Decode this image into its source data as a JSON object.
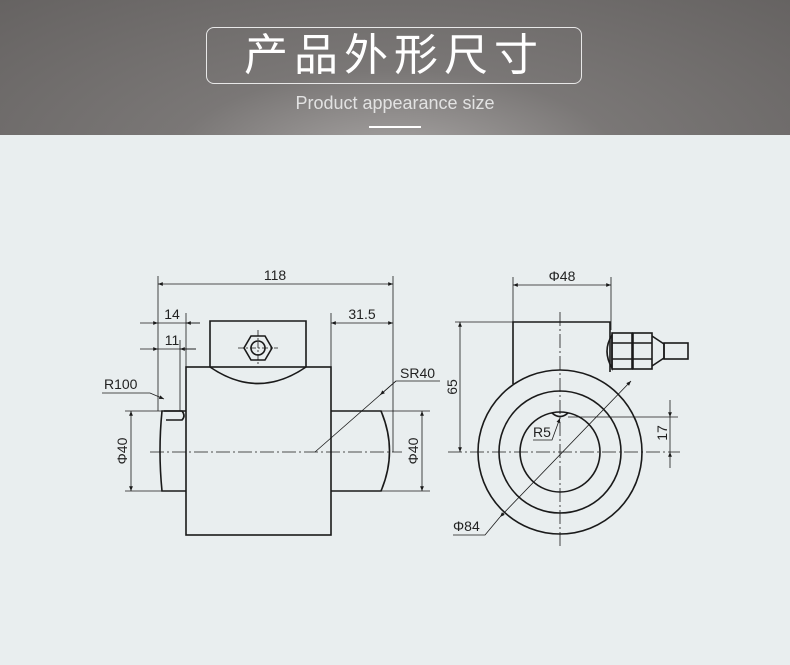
{
  "header": {
    "title": "产品外形尺寸",
    "subtitle": "Product appearance size"
  },
  "drawing": {
    "side_view": {
      "overall_length": "118",
      "dim_14": "14",
      "dim_11": "11",
      "dim_31_5": "31.5",
      "radius_r100": "R100",
      "radius_sr40": "SR40",
      "diameter_left": "Φ40",
      "diameter_right": "Φ40"
    },
    "front_view": {
      "diameter_48": "Φ48",
      "height_65": "65",
      "offset_17": "17",
      "radius_r5": "R5",
      "diameter_84": "Φ84"
    }
  },
  "colors": {
    "line": "#1a1a1a",
    "background": "#e9eeef"
  }
}
